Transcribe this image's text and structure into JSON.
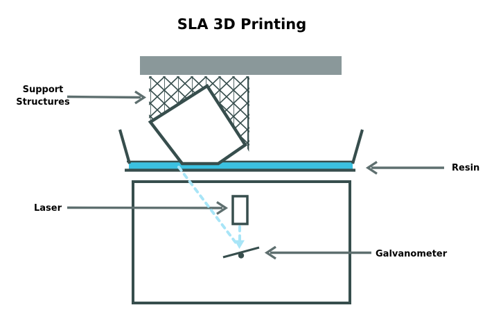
{
  "title": "SLA 3D Printing",
  "labels": {
    "support": {
      "line1": "Support",
      "line2": "Structures"
    },
    "laser": "Laser",
    "resin": "Resin",
    "galvanometer": "Galvanometer"
  },
  "diagram": {
    "type": "schematic",
    "components": [
      "build-platform",
      "support-structures",
      "printed-part",
      "resin-vat",
      "resin",
      "printer-housing",
      "laser-source",
      "laser-beam",
      "galvanometer-mirror"
    ]
  },
  "colors": {
    "outline": "#374E4D",
    "arrow": "#5E6F6F",
    "platform": "#8A989A",
    "resin": "#3BC1E1",
    "beam": "#A8E5F7",
    "text": "#000000",
    "background": "#FFFFFF",
    "part_fill": "#FFFFFF"
  }
}
